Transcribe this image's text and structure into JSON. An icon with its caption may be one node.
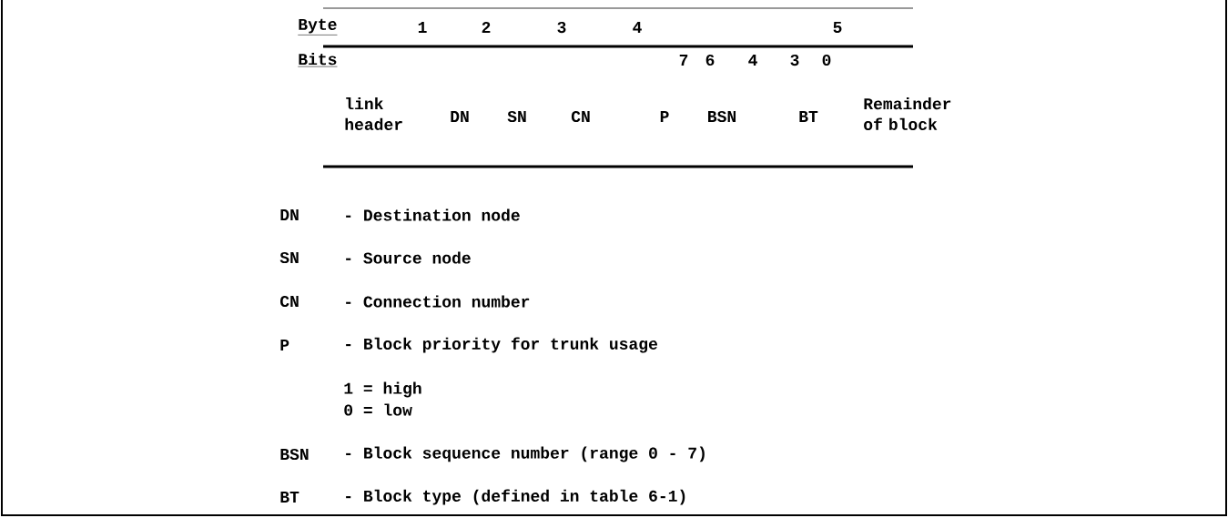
{
  "diagram": {
    "labels": [
      "Byte",
      "1",
      "2",
      "3",
      "4",
      "5",
      "Bits",
      "7",
      "6",
      "4",
      "3",
      "0",
      "link header",
      "DN",
      "SN",
      "CN",
      "P",
      "BSN",
      "BT",
      "Remainder of block",
      "DN",
      "- Destination node",
      "SN",
      "- Source node",
      "CN",
      "- Connection number",
      "P",
      "- Block priority for trunk usage",
      "1 = high",
      "0 = low",
      "BSN",
      "- Block sequence number (range 0 - 7)",
      "BT",
      "- Block type (defined in table 6-1)"
    ]
  }
}
